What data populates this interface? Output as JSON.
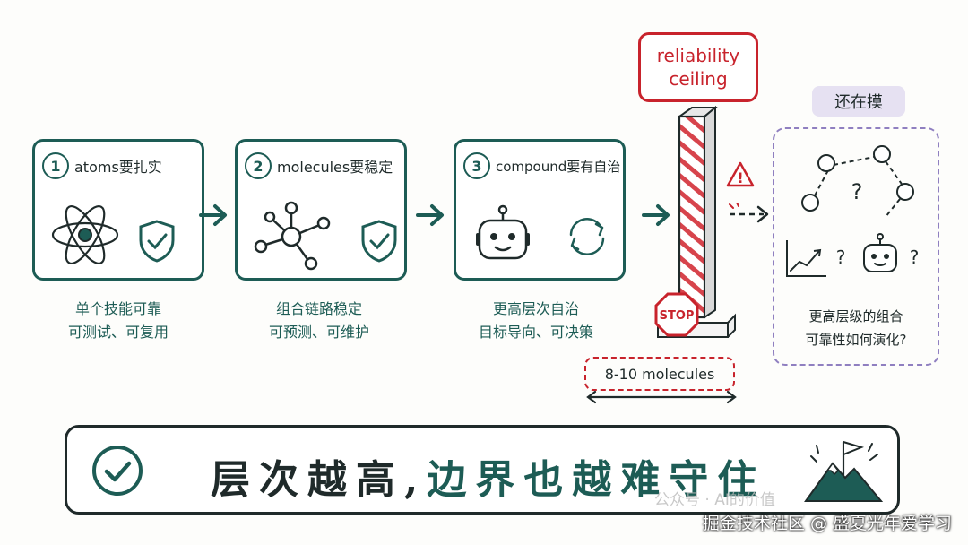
{
  "steps": [
    {
      "number": "1",
      "title": "atoms要扎实",
      "desc_line1": "单个技能可靠",
      "desc_line2": "可测试、可复用"
    },
    {
      "number": "2",
      "title": "molecules要稳定",
      "desc_line1": "组合链路稳定",
      "desc_line2": "可预测、可维护"
    },
    {
      "number": "3",
      "title": "compound要有自治",
      "desc_line1": "更高层次自治",
      "desc_line2": "目标导向、可决策"
    }
  ],
  "ceiling": {
    "line1": "reliability",
    "line2": "ceiling"
  },
  "stop_sign": "STOP",
  "warning_symbol": "!",
  "molecule_limit": "8-10 molecules",
  "unknown": {
    "tag": "还在摸",
    "question_mark": "?",
    "line1": "更高层级的组合",
    "line2": "可靠性如何演化?"
  },
  "banner": {
    "part1": "层次越高,",
    "part2": "边界也越",
    "part3": "难",
    "part4": "守住"
  },
  "watermark": {
    "main": "掘金技术社区 @ 盛夏光年爱学习",
    "sub": "公众号 · AI的价值"
  },
  "colors": {
    "teal": "#1d5c55",
    "red": "#c8232c",
    "purple": "#8f7fc0",
    "lavender": "#e6e1f2"
  }
}
